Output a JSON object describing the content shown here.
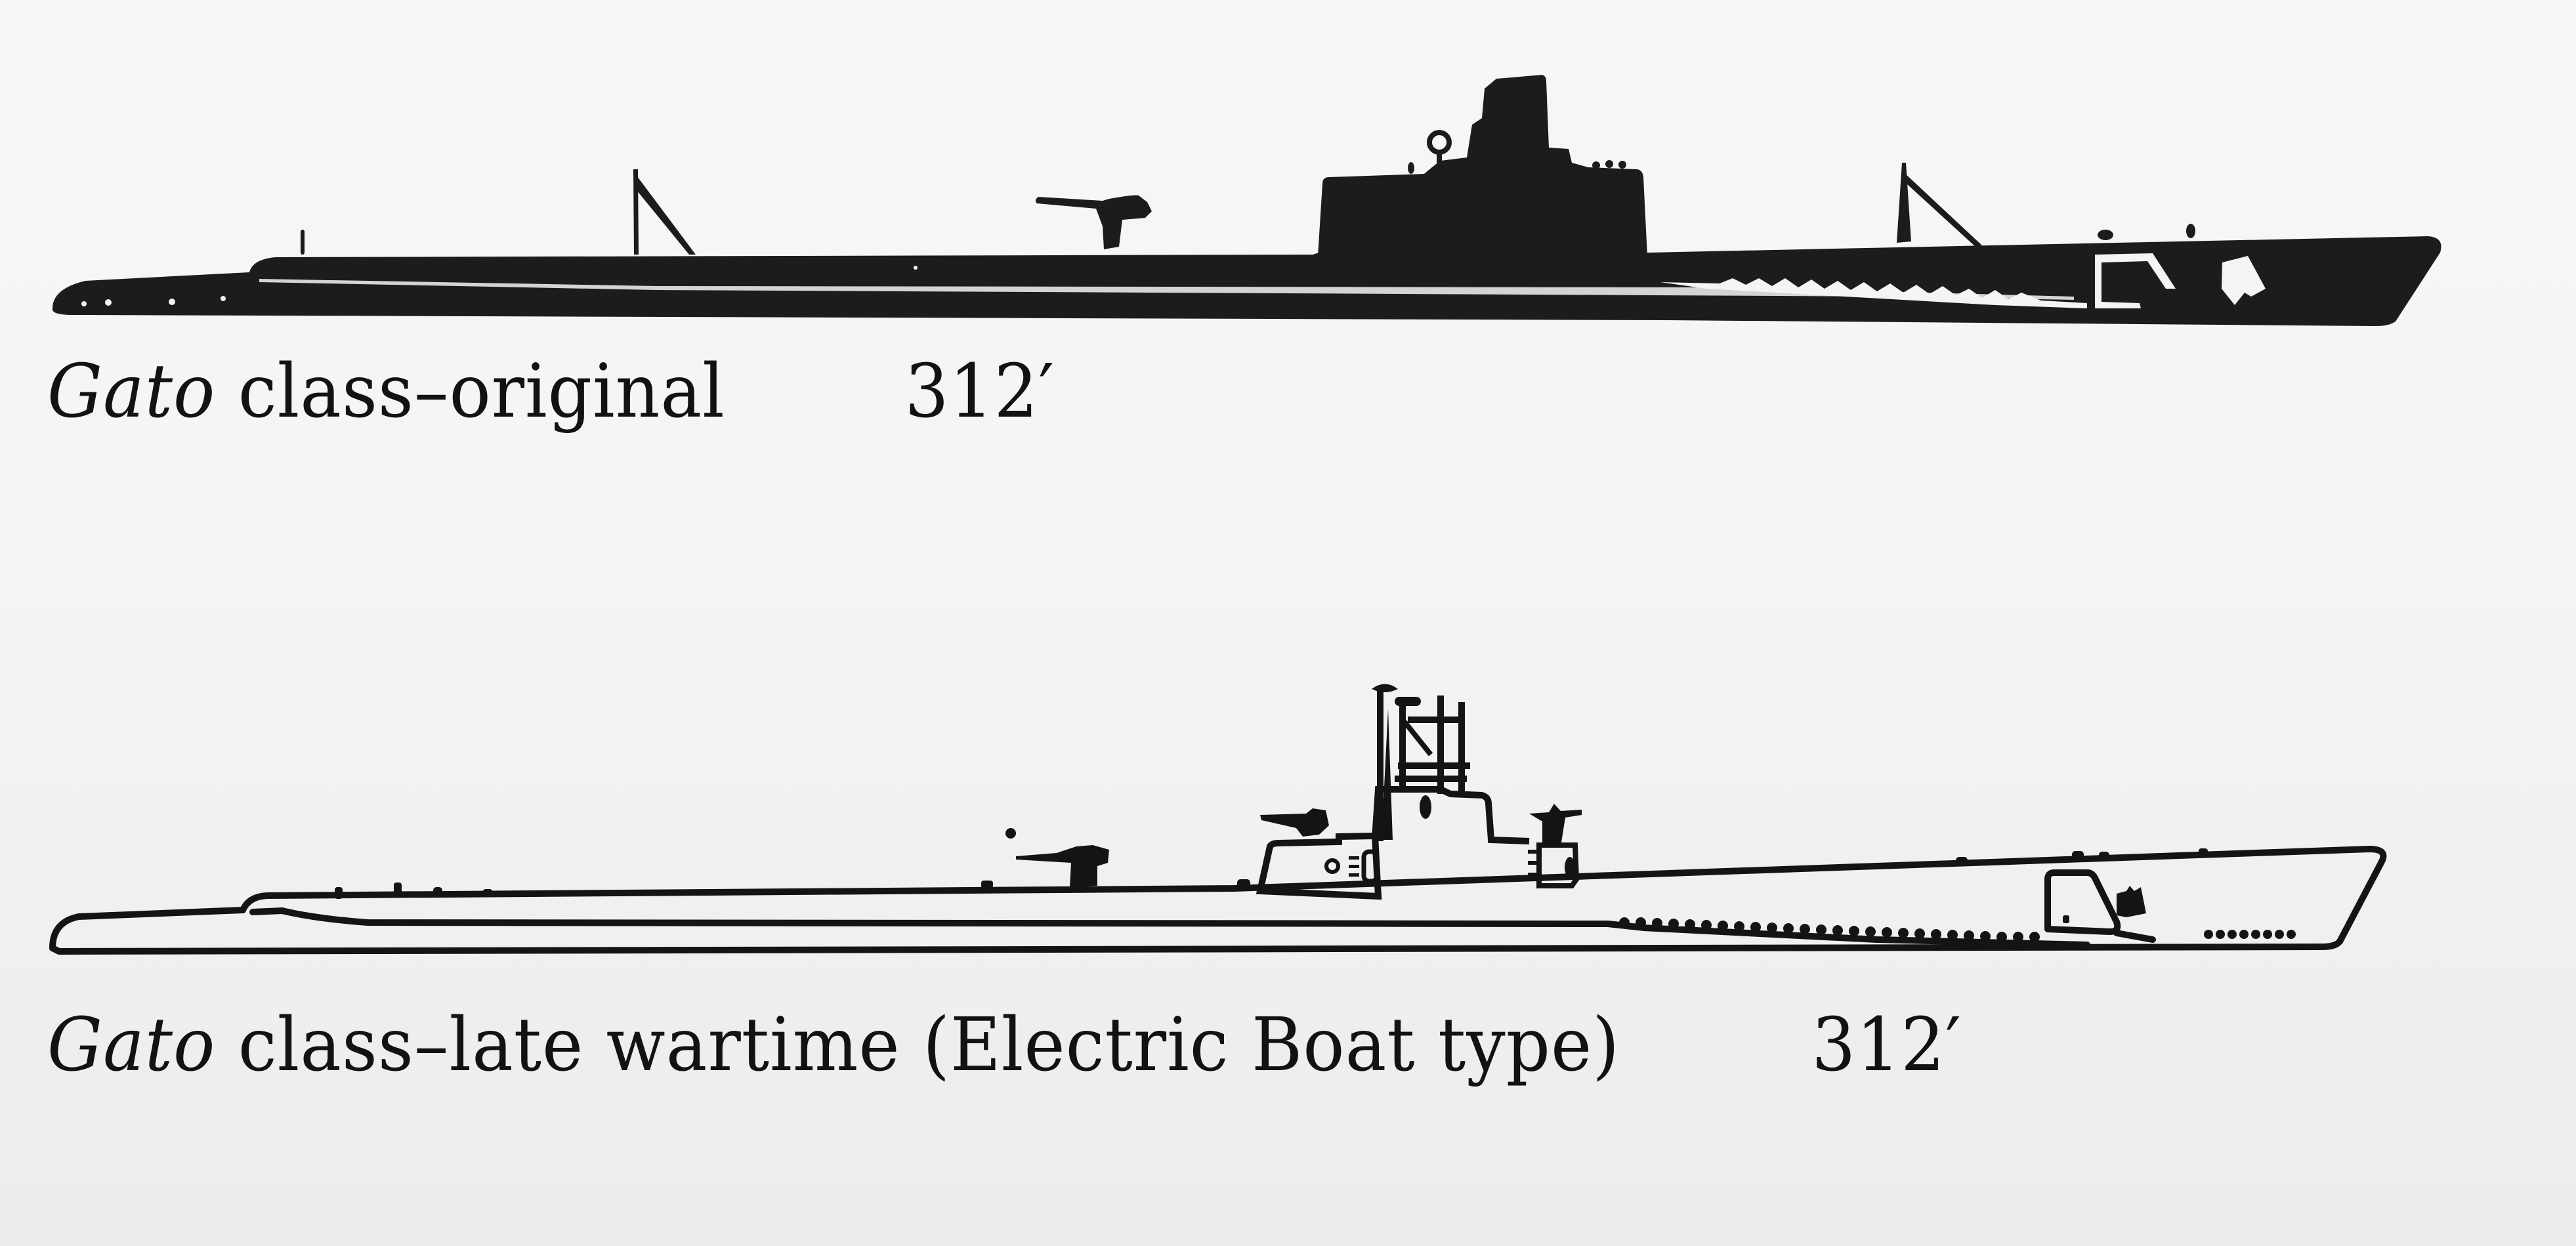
{
  "figure": {
    "type": "submarine profile silhouettes",
    "colors": {
      "ink": "#1a1a1a",
      "paper": "#f5f5f5"
    }
  },
  "profiles": [
    {
      "name_italic": "Gato",
      "name_rest": " class–original",
      "length": "312′",
      "style": "solid silhouette"
    },
    {
      "name_italic": "Gato",
      "name_rest": " class–late wartime (Electric Boat type)",
      "length": "312′",
      "style": "outline drawing"
    }
  ]
}
